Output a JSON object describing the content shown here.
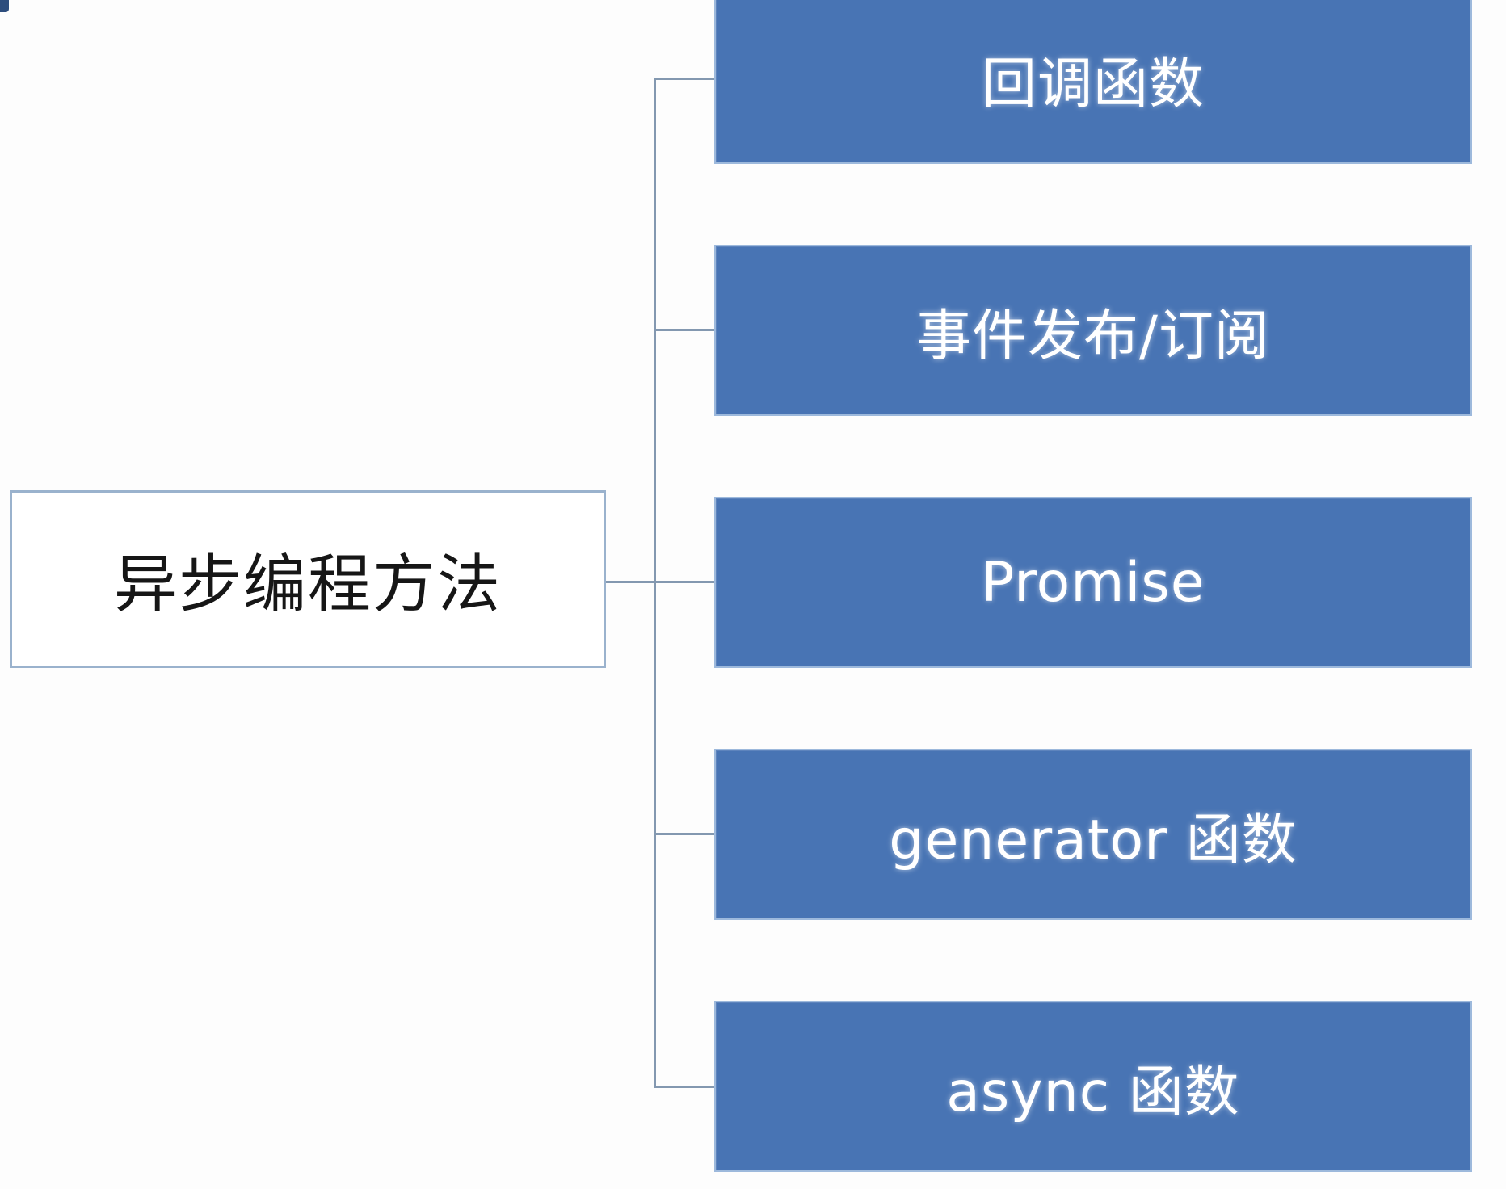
{
  "diagram": {
    "type": "tree",
    "orientation": "left-to-right",
    "root": {
      "label": "异步编程方法"
    },
    "children": [
      {
        "label": "回调函数"
      },
      {
        "label": "事件发布/订阅"
      },
      {
        "label": "Promise"
      },
      {
        "label": "generator 函数"
      },
      {
        "label": "async 函数"
      }
    ],
    "colors": {
      "node_fill": "#4874b4",
      "node_border": "#9db9dc",
      "node_text": "#ffffff",
      "root_fill": "#ffffff",
      "root_border": "#9ab2cd",
      "root_text": "#161616",
      "connector": "#8398b0",
      "corner_mark": "#2d4d7d"
    }
  }
}
